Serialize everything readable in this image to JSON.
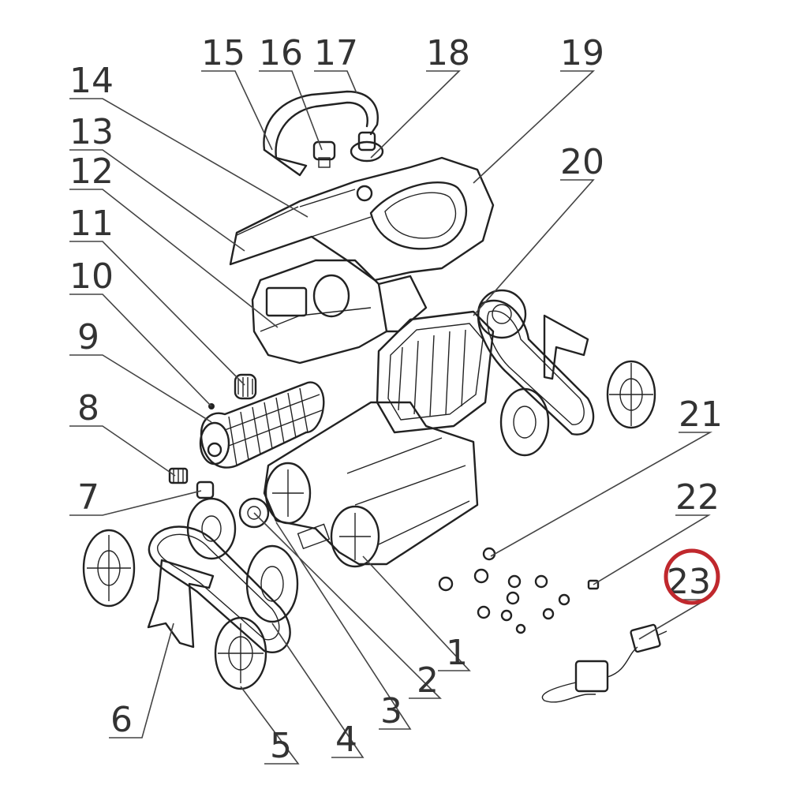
{
  "diagram": {
    "callouts": [
      {
        "id": "1",
        "label": "1"
      },
      {
        "id": "2",
        "label": "2"
      },
      {
        "id": "3",
        "label": "3"
      },
      {
        "id": "4",
        "label": "4"
      },
      {
        "id": "5",
        "label": "5"
      },
      {
        "id": "6",
        "label": "6"
      },
      {
        "id": "7",
        "label": "7"
      },
      {
        "id": "8",
        "label": "8"
      },
      {
        "id": "9",
        "label": "9"
      },
      {
        "id": "10",
        "label": "10"
      },
      {
        "id": "11",
        "label": "11"
      },
      {
        "id": "12",
        "label": "12"
      },
      {
        "id": "13",
        "label": "13"
      },
      {
        "id": "14",
        "label": "14"
      },
      {
        "id": "15",
        "label": "15"
      },
      {
        "id": "16",
        "label": "16"
      },
      {
        "id": "17",
        "label": "17"
      },
      {
        "id": "18",
        "label": "18"
      },
      {
        "id": "19",
        "label": "19"
      },
      {
        "id": "20",
        "label": "20"
      },
      {
        "id": "21",
        "label": "21"
      },
      {
        "id": "22",
        "label": "22"
      },
      {
        "id": "23",
        "label": "23",
        "highlighted": true
      }
    ],
    "highlight_color": "#c0282d",
    "line_color": "#222222"
  }
}
